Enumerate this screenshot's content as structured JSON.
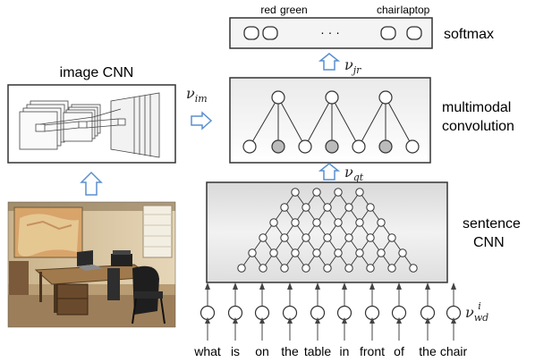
{
  "labels": {
    "image_cnn": "image CNN",
    "softmax": "softmax",
    "multimodal_line1": "multimodal",
    "multimodal_line2": "convolution",
    "sentence_line1": "sentence",
    "sentence_line2": "CNN"
  },
  "softmax_words": {
    "red": "red",
    "green": "green",
    "ellipsis": "· · ·",
    "chair": "chair",
    "laptop": "laptop"
  },
  "math": {
    "v_jr": "ν",
    "v_jr_sub": "jr",
    "v_im": "ν",
    "v_im_sub": "im",
    "v_qt": "ν",
    "v_qt_sub": "qt",
    "v_wd": "ν",
    "v_wd_sub": "wd",
    "v_wd_sup": "i"
  },
  "question_words": [
    "what",
    "is",
    "on",
    "the",
    "table",
    "in",
    "front",
    "of",
    "the",
    "chair"
  ],
  "colors": {
    "arrow_blue": "#5b8fd0",
    "node_gray": "#bbbbbb",
    "box_gray": "#e8e8e8",
    "line": "#333333"
  },
  "photo": {
    "description_icon": "room-photo"
  }
}
